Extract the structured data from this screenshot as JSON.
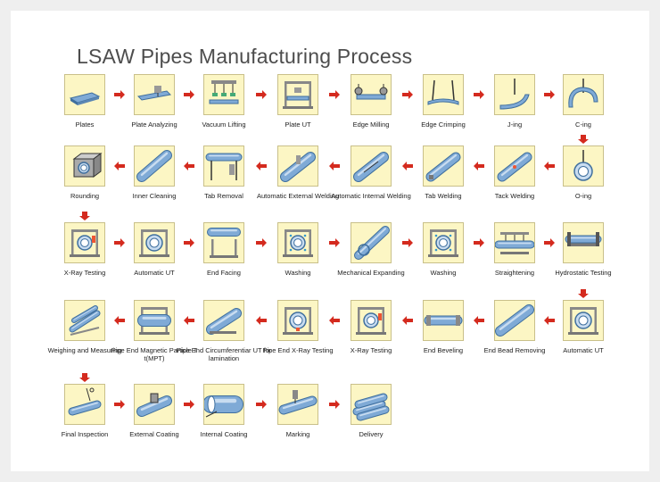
{
  "title": "LSAW Pipes Manufacturing Process",
  "colors": {
    "tile_fill": "#fcf6c4",
    "tile_border": "#c9c08a",
    "arrow": "#d42a1e",
    "pipe": "#7faad6",
    "title": "#4d4d4d"
  },
  "steps": [
    {
      "label": "Plates",
      "icon": "plates-icon"
    },
    {
      "label": "Plate Analyzing",
      "icon": "plate-analyzing-icon"
    },
    {
      "label": "Vacuum Lifting",
      "icon": "vacuum-lifting-icon"
    },
    {
      "label": "Plate UT",
      "icon": "plate-ut-icon"
    },
    {
      "label": "Edge Milling",
      "icon": "edge-milling-icon"
    },
    {
      "label": "Edge Crimping",
      "icon": "edge-crimping-icon"
    },
    {
      "label": "J-ing",
      "icon": "j-ing-icon"
    },
    {
      "label": "C-ing",
      "icon": "c-ing-icon"
    },
    {
      "label": "O-ing",
      "icon": "o-ing-icon"
    },
    {
      "label": "Tack Welding",
      "icon": "tack-welding-icon"
    },
    {
      "label": "Tab Welding",
      "icon": "tab-welding-icon"
    },
    {
      "label": "Automatic Internal Welding",
      "icon": "internal-welding-icon"
    },
    {
      "label": "Automatic  External Welding",
      "icon": "external-welding-icon"
    },
    {
      "label": "Tab Removal",
      "icon": "tab-removal-icon"
    },
    {
      "label": "Inner Cleaning",
      "icon": "inner-cleaning-icon"
    },
    {
      "label": "Rounding",
      "icon": "rounding-icon"
    },
    {
      "label": "X-Ray Testing",
      "icon": "xray-testing-icon"
    },
    {
      "label": "Automatic UT",
      "icon": "automatic-ut-icon"
    },
    {
      "label": "End Facing",
      "icon": "end-facing-icon"
    },
    {
      "label": "Washing",
      "icon": "washing-icon"
    },
    {
      "label": "Mechanical Expanding",
      "icon": "mechanical-expanding-icon"
    },
    {
      "label": "Washing",
      "icon": "washing-icon"
    },
    {
      "label": "Straightening",
      "icon": "straightening-icon"
    },
    {
      "label": "Hydrostatic Testing",
      "icon": "hydrostatic-testing-icon"
    },
    {
      "label": "Automatic UT",
      "icon": "automatic-ut-icon"
    },
    {
      "label": "End Bead Removing",
      "icon": "end-bead-removing-icon"
    },
    {
      "label": "End Beveling",
      "icon": "end-beveling-icon"
    },
    {
      "label": "X-Ray Testing",
      "icon": "xray-testing-icon"
    },
    {
      "label": "Pipe End X-Ray Testing",
      "icon": "pipe-end-xray-icon"
    },
    {
      "label": "Pipe End Circumferentiar UT for lamination",
      "icon": "pipe-end-ut-icon"
    },
    {
      "label": "Pipe End Magnetic Particle T t(MPT)",
      "icon": "magnetic-particle-icon"
    },
    {
      "label": "Weighing and Measuring",
      "icon": "weighing-icon"
    },
    {
      "label": "Final  Inspection",
      "icon": "final-inspection-icon"
    },
    {
      "label": "External Coating",
      "icon": "external-coating-icon"
    },
    {
      "label": "Internal Coating",
      "icon": "internal-coating-icon"
    },
    {
      "label": "Marking",
      "icon": "marking-icon"
    },
    {
      "label": "Delivery",
      "icon": "delivery-icon"
    }
  ]
}
